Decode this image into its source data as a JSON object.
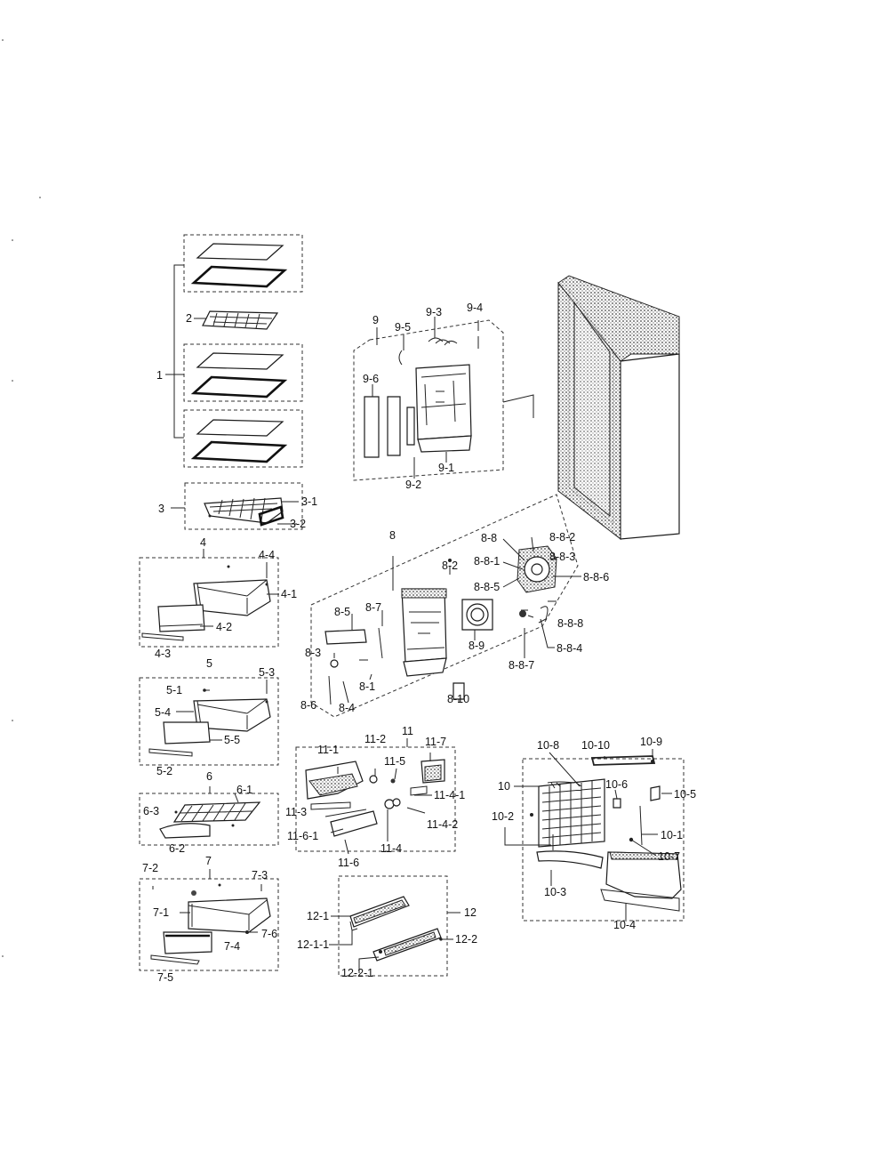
{
  "labels": {
    "l1": "1",
    "l2": "2",
    "l3": "3",
    "l3_1": "3-1",
    "l3_2": "3-2",
    "l4": "4",
    "l4_1": "4-1",
    "l4_2": "4-2",
    "l4_3": "4-3",
    "l4_4": "4-4",
    "l5": "5",
    "l5_1": "5-1",
    "l5_2": "5-2",
    "l5_3": "5-3",
    "l5_4": "5-4",
    "l5_5": "5-5",
    "l6": "6",
    "l6_1": "6-1",
    "l6_2": "6-2",
    "l6_3": "6-3",
    "l7": "7",
    "l7_1": "7-1",
    "l7_2": "7-2",
    "l7_3": "7-3",
    "l7_4": "7-4",
    "l7_5": "7-5",
    "l7_6": "7-6",
    "l8": "8",
    "l8_1": "8-1",
    "l8_2": "8-2",
    "l8_3": "8-3",
    "l8_4": "8-4",
    "l8_5": "8-5",
    "l8_6": "8-6",
    "l8_7": "8-7",
    "l8_8": "8-8",
    "l8_9": "8-9",
    "l8_10": "8-10",
    "l8_8_1": "8-8-1",
    "l8_8_2": "8-8-2",
    "l8_8_3": "8-8-3",
    "l8_8_4": "8-8-4",
    "l8_8_5": "8-8-5",
    "l8_8_6": "8-8-6",
    "l8_8_7": "8-8-7",
    "l8_8_8": "8-8-8",
    "l9": "9",
    "l9_1": "9-1",
    "l9_2": "9-2",
    "l9_3": "9-3",
    "l9_4": "9-4",
    "l9_5": "9-5",
    "l9_6": "9-6",
    "l10": "10",
    "l10_1": "10-1",
    "l10_2": "10-2",
    "l10_3": "10-3",
    "l10_4": "10-4",
    "l10_5": "10-5",
    "l10_6": "10-6",
    "l10_7": "10-7",
    "l10_8": "10-8",
    "l10_9": "10-9",
    "l10_10": "10-10",
    "l11": "11",
    "l11_1": "11-1",
    "l11_2": "11-2",
    "l11_3": "11-3",
    "l11_4": "11-4",
    "l11_4_1": "11-4-1",
    "l11_4_2": "11-4-2",
    "l11_5": "11-5",
    "l11_6": "11-6",
    "l11_6_1": "11-6-1",
    "l11_7": "11-7",
    "l12": "12",
    "l12_1": "12-1",
    "l12_1_1": "12-1-1",
    "l12_2": "12-2",
    "l12_2_1": "12-2-1"
  }
}
